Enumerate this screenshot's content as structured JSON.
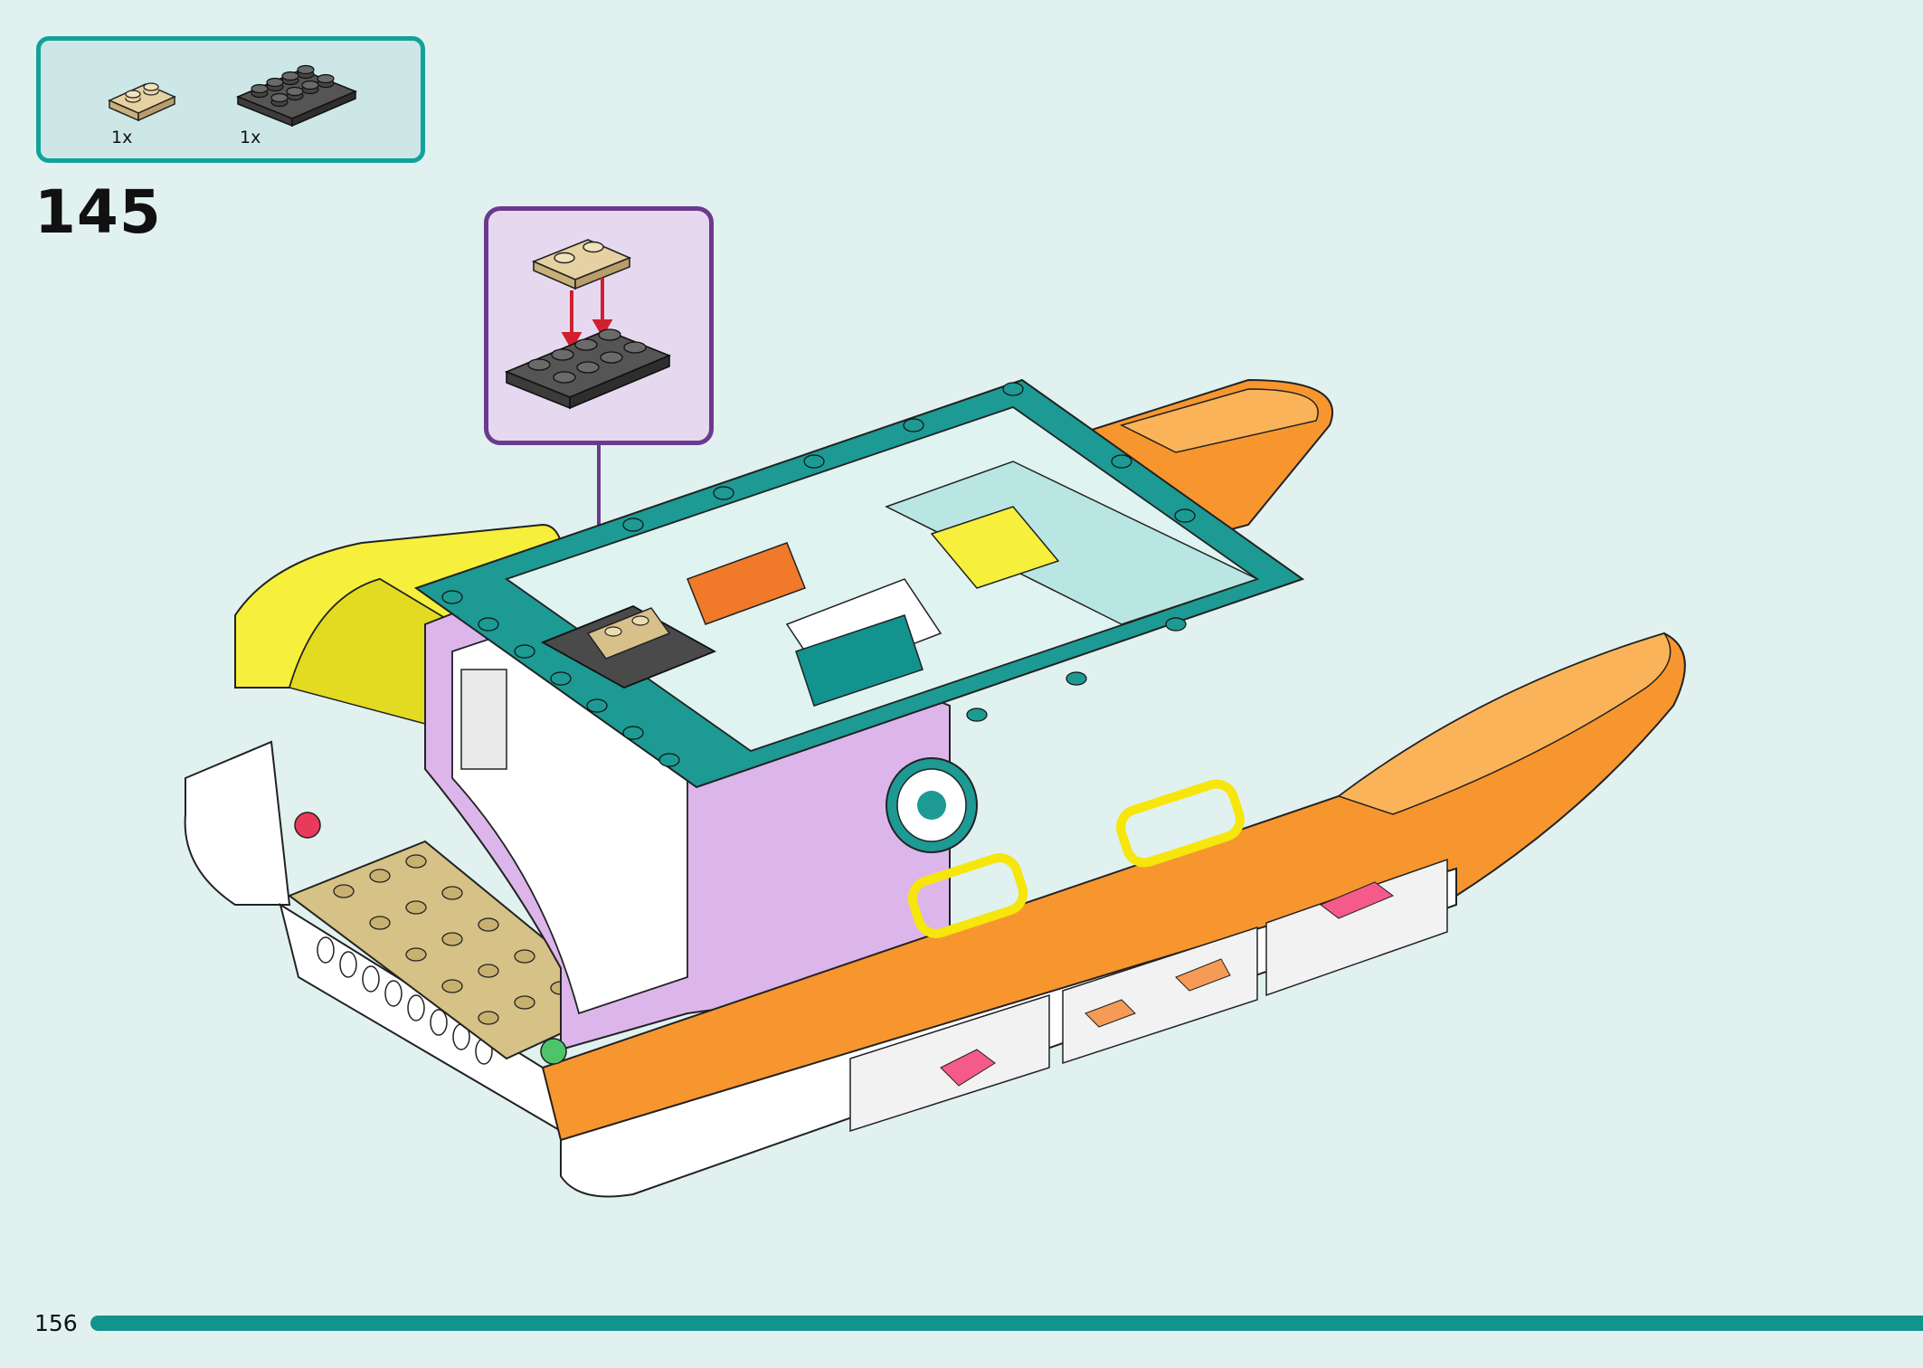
{
  "parts_list": {
    "items": [
      {
        "part": "tan-plate-1x2",
        "quantity": "1x",
        "color": "#d8c08a"
      },
      {
        "part": "dark-gray-plate-2x4",
        "quantity": "1x",
        "color": "#5a5a5a"
      }
    ],
    "border_color": "#12a29a"
  },
  "step": {
    "number": "145"
  },
  "callout": {
    "border_color": "#6b3a8f",
    "arrow_color": "#d0202e"
  },
  "model": {
    "icon": "lego-catamaran-rescue-boat"
  },
  "page": {
    "number": "156",
    "bar_color": "#12938d"
  }
}
